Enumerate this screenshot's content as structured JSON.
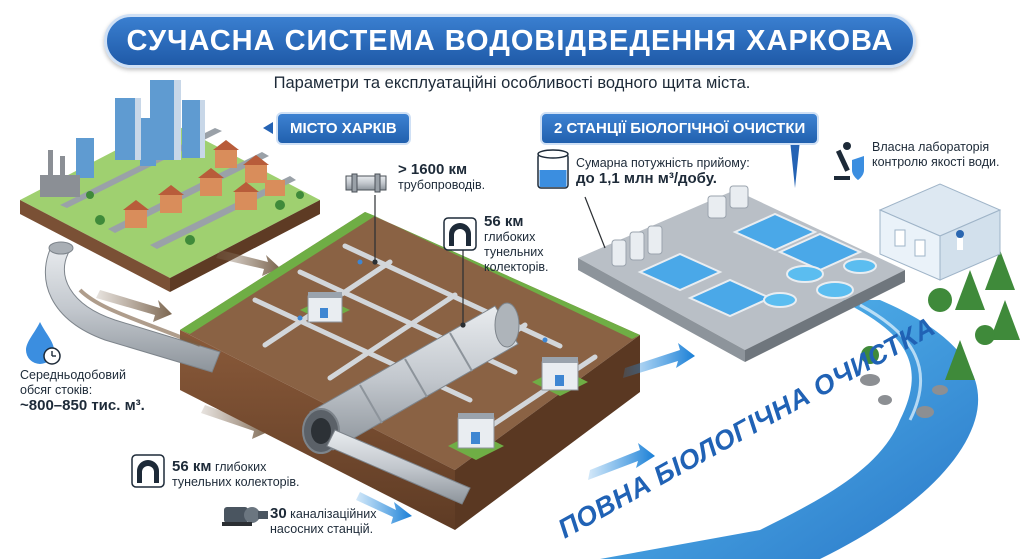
{
  "header": {
    "title": "СУЧАСНА СИСТЕМА ВОДОВІДВЕДЕННЯ ХАРКОВА",
    "subtitle": "Параметри та експлуатаційні особливості водного щита міста."
  },
  "labels": {
    "city": "МІСТО ХАРКІВ",
    "stations": "2 СТАНЦІЇ БІОЛОГІЧНОЇ ОЧИСТКИ",
    "river": "ПОВНА БІОЛОГІЧНА ОЧИСТКА"
  },
  "stats": {
    "pipelines": {
      "value": "> 1600 км",
      "text": "трубопроводів."
    },
    "tunnels_top": {
      "value": "56 км",
      "text_1": "глибоких",
      "text_2": "тунельних",
      "text_3": "колекторів."
    },
    "capacity": {
      "text": "Сумарна потужність прийому:",
      "value": "до 1,1 млн м³/добу."
    },
    "lab": {
      "text_1": "Власна лабораторія",
      "text_2": "контролю якості води."
    },
    "volume": {
      "text_1": "Середньодобовий",
      "text_2": "обсяг стоків:",
      "value": "~800–850 тис. м³."
    },
    "tunnels_bottom": {
      "value": "56 км",
      "text_1": "глибоких",
      "text_2": "тунельних колекторів."
    },
    "pumps": {
      "value": "30",
      "text_1": "каналізаційних",
      "text_2": "насосних станцій."
    }
  },
  "colors": {
    "banner": "#2563b4",
    "accent": "#1f5aa8",
    "soil": "#7a5035",
    "grass": "#6fae45",
    "pipe": "#c8ccd0",
    "water": "#4aa8e8",
    "plant": "#b9bfc6"
  },
  "icons": [
    "water-drop-clock-icon",
    "pipe-icon",
    "tunnel-icon",
    "tank-icon",
    "microscope-shield-icon",
    "pump-icon"
  ]
}
